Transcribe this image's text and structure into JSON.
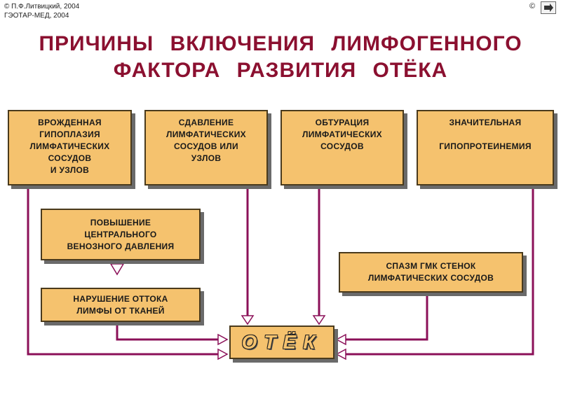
{
  "copyright": {
    "line1": "© П.Ф.Литвицкий, 2004",
    "line2": "ГЭОТАР-МЕД, 2004",
    "mark": "©"
  },
  "title": {
    "line1": "ПРИЧИНЫ ВКЛЮЧЕНИЯ ЛИМФОГЕННОГО",
    "line2": "ФАКТОРА РАЗВИТИЯ ОТЁКА"
  },
  "causes": {
    "hypoplasia": "ВРОЖДЕННАЯ\nГИПОПЛАЗИЯ\nЛИМФАТИЧЕСКИХ\nСОСУДОВ\nИ УЗЛОВ",
    "compression": "СДАВЛЕНИЕ\nЛИМФАТИЧЕСКИХ\nСОСУДОВ ИЛИ\nУЗЛОВ",
    "obturation": "ОБТУРАЦИЯ\nЛИМФАТИЧЕСКИХ\nСОСУДОВ",
    "hypoproteinemia": "ЗНАЧИТЕЛЬНАЯ\n\nГИПОПРОТЕИНЕМИЯ",
    "venous_pressure": "ПОВЫШЕНИЕ\nЦЕНТРАЛЬНОГО\nВЕНОЗНОГО ДАВЛЕНИЯ",
    "lymph_outflow": "НАРУШЕНИЕ ОТТОКА\nЛИМФЫ ОТ ТКАНЕЙ",
    "smc_spasm": "СПАЗМ ГМК СТЕНОК\nЛИМФАТИЧЕСКИХ СОСУДОВ"
  },
  "result": {
    "label": "ОТЁК"
  },
  "colors": {
    "title": "#8b1030",
    "box_fill": "#f5c26e",
    "connector": "#8b1058"
  }
}
